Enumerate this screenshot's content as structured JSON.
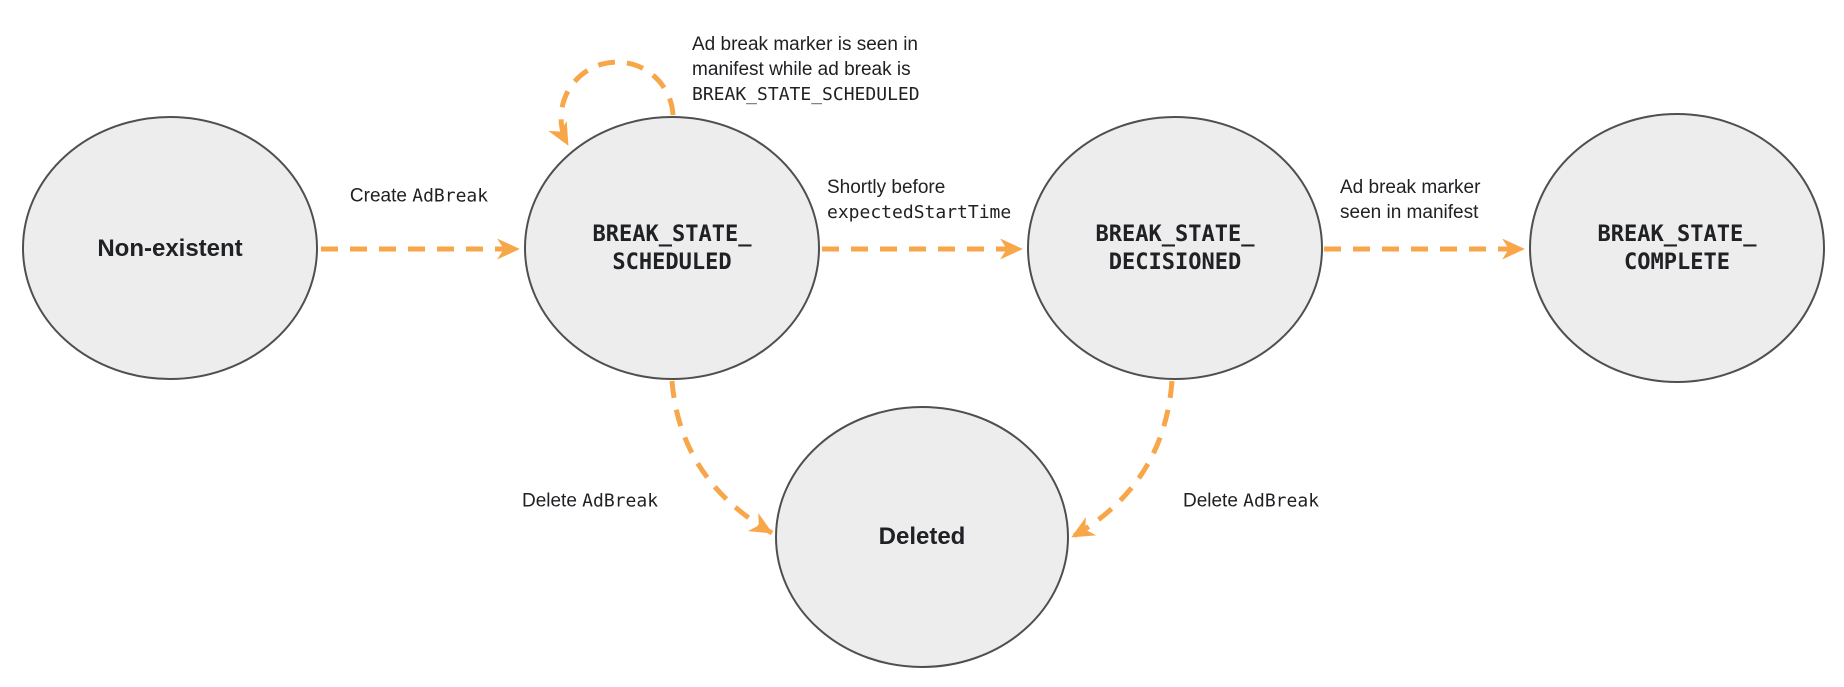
{
  "colors": {
    "arrow": "#F7A64A",
    "node-fill": "#EDEDED",
    "node-border": "#4F4F4F",
    "text": "#202124"
  },
  "states": {
    "non_existent": {
      "label": "Non-existent"
    },
    "scheduled": {
      "line1": "BREAK_STATE_",
      "line2": "SCHEDULED"
    },
    "decisioned": {
      "line1": "BREAK_STATE_",
      "line2": "DECISIONED"
    },
    "complete": {
      "line1": "BREAK_STATE_",
      "line2": "COMPLETE"
    },
    "deleted": {
      "label": "Deleted"
    }
  },
  "transitions": {
    "create": {
      "text": "Create",
      "code": "AdBreak"
    },
    "marker_seen_loop": {
      "line1": "Ad break marker is seen in",
      "line2": "manifest while ad break is",
      "code": "BREAK_STATE_SCHEDULED"
    },
    "shortly_before": {
      "text": "Shortly before",
      "code": "expectedStartTime"
    },
    "marker_seen": {
      "line1": "Ad break marker",
      "line2": "seen in manifest"
    },
    "delete_from_scheduled": {
      "text": "Delete",
      "code": "AdBreak"
    },
    "delete_from_decisioned": {
      "text": "Delete",
      "code": "AdBreak"
    }
  }
}
